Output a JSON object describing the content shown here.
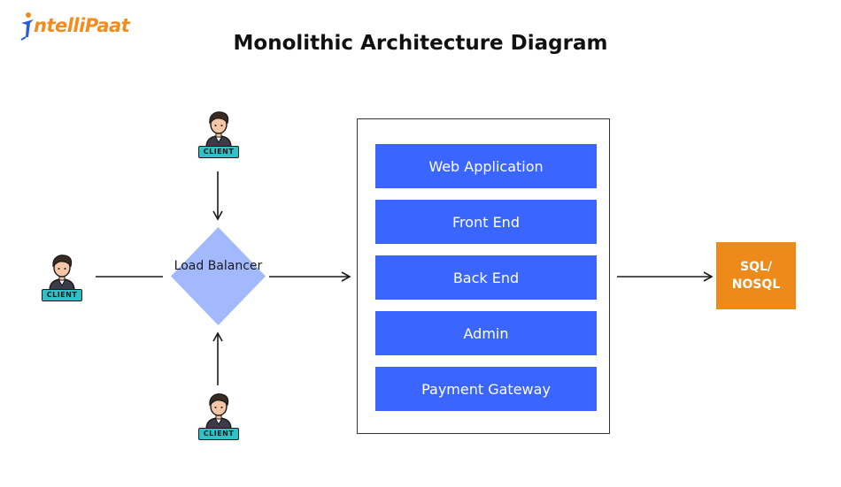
{
  "logo": {
    "text": "ntelliPaat"
  },
  "title": "Monolithic Architecture Diagram",
  "clients": [
    {
      "badge": "CLIENT"
    },
    {
      "badge": "CLIENT"
    },
    {
      "badge": "CLIENT"
    }
  ],
  "load_balancer": {
    "label": "Load Balancer"
  },
  "modules": [
    "Web Application",
    "Front End",
    "Back End",
    "Admin",
    "Payment Gateway"
  ],
  "database": {
    "label": "SQL/\nNOSQL"
  },
  "colors": {
    "module_blue": "#3a66ff",
    "diamond": "#a3b9ff",
    "db_orange": "#ed8a19",
    "logo_orange": "#f28c1e",
    "logo_blue": "#2b5cd6",
    "badge_teal": "#2ec1c8"
  }
}
